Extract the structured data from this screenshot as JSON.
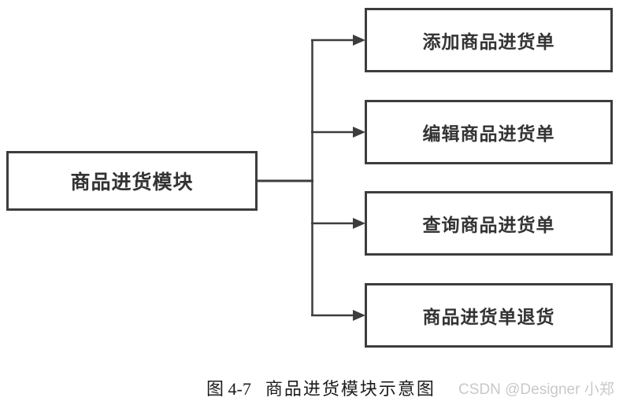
{
  "diagram": {
    "root": {
      "label": "商品进货模块"
    },
    "children": [
      {
        "label": "添加商品进货单"
      },
      {
        "label": "编辑商品进货单"
      },
      {
        "label": "查询商品进货单"
      },
      {
        "label": "商品进货单退货"
      }
    ]
  },
  "caption": {
    "prefix": "图 4-7",
    "text": "商品进货模块示意图"
  },
  "watermark": {
    "text": "CSDN @Designer 小郑"
  },
  "colors": {
    "line": "#3d3d3d",
    "box_text": "#333333",
    "caption_text": "#1c1c1c",
    "watermark_text": "#c9c9c9",
    "background": "#ffffff"
  }
}
